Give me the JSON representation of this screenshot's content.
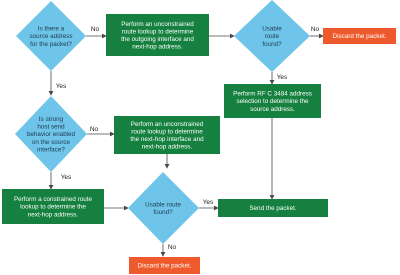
{
  "nodes": {
    "d_source": {
      "shape": "diamond",
      "lines": [
        "Is there a",
        "source address",
        "for the packet?"
      ]
    },
    "a_lookup_outgoing": {
      "shape": "action",
      "lines": [
        "Perform an unconstrained",
        "route lookup to determine",
        "the outgoing interface and",
        "next-hop address."
      ]
    },
    "d_usable_top": {
      "shape": "diamond",
      "lines": [
        "Usable",
        "route",
        "found?"
      ]
    },
    "x_discard_top": {
      "shape": "discard",
      "lines": [
        "Discard the packet."
      ]
    },
    "a_rfc3484": {
      "shape": "action",
      "lines": [
        "Perform RF C 3484 address",
        "selection to determine the",
        "source address."
      ]
    },
    "d_strong_host": {
      "shape": "diamond",
      "lines": [
        "Is strong",
        "host send",
        "behavior enabled",
        "on the source",
        "interface?"
      ]
    },
    "a_lookup_nexthop": {
      "shape": "action",
      "lines": [
        "Perform an unconstrained",
        "route lookup to determine",
        "the next-hop interface and",
        "next-hop address."
      ]
    },
    "a_constrained": {
      "shape": "action",
      "lines": [
        "Perform a constrained route",
        "lookup to determine the",
        "next-hop address."
      ]
    },
    "d_usable_bottom": {
      "shape": "diamond",
      "lines": [
        "Usable route",
        "found?"
      ]
    },
    "a_send": {
      "shape": "action",
      "lines": [
        "Send the packet."
      ]
    },
    "x_discard_bottom": {
      "shape": "discard",
      "lines": [
        "Discard the packet."
      ]
    }
  },
  "edge_labels": {
    "source_no": "No",
    "source_yes": "Yes",
    "usable_top_no": "No",
    "usable_top_yes": "Yes",
    "strong_no": "No",
    "strong_yes": "Yes",
    "usable_bottom_yes": "Yes",
    "usable_bottom_no": "No"
  },
  "colors": {
    "decision": "#6fc4ea",
    "action": "#15803f",
    "discard": "#ee5a2c",
    "connector": "#4a4a4a"
  }
}
